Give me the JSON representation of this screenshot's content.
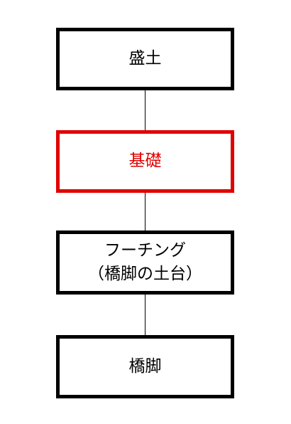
{
  "colors": {
    "default_border": "#000000",
    "highlight": "#e00000",
    "connector": "#000000",
    "background": "#ffffff"
  },
  "boxes": [
    {
      "id": "morido",
      "lines": [
        "盛土"
      ],
      "highlighted": false
    },
    {
      "id": "kiso",
      "lines": [
        "基礎"
      ],
      "highlighted": true
    },
    {
      "id": "footing",
      "lines": [
        "フーチング",
        "（橋脚の土台）"
      ],
      "highlighted": false
    },
    {
      "id": "kyokyaku",
      "lines": [
        "橋脚"
      ],
      "highlighted": false
    }
  ]
}
